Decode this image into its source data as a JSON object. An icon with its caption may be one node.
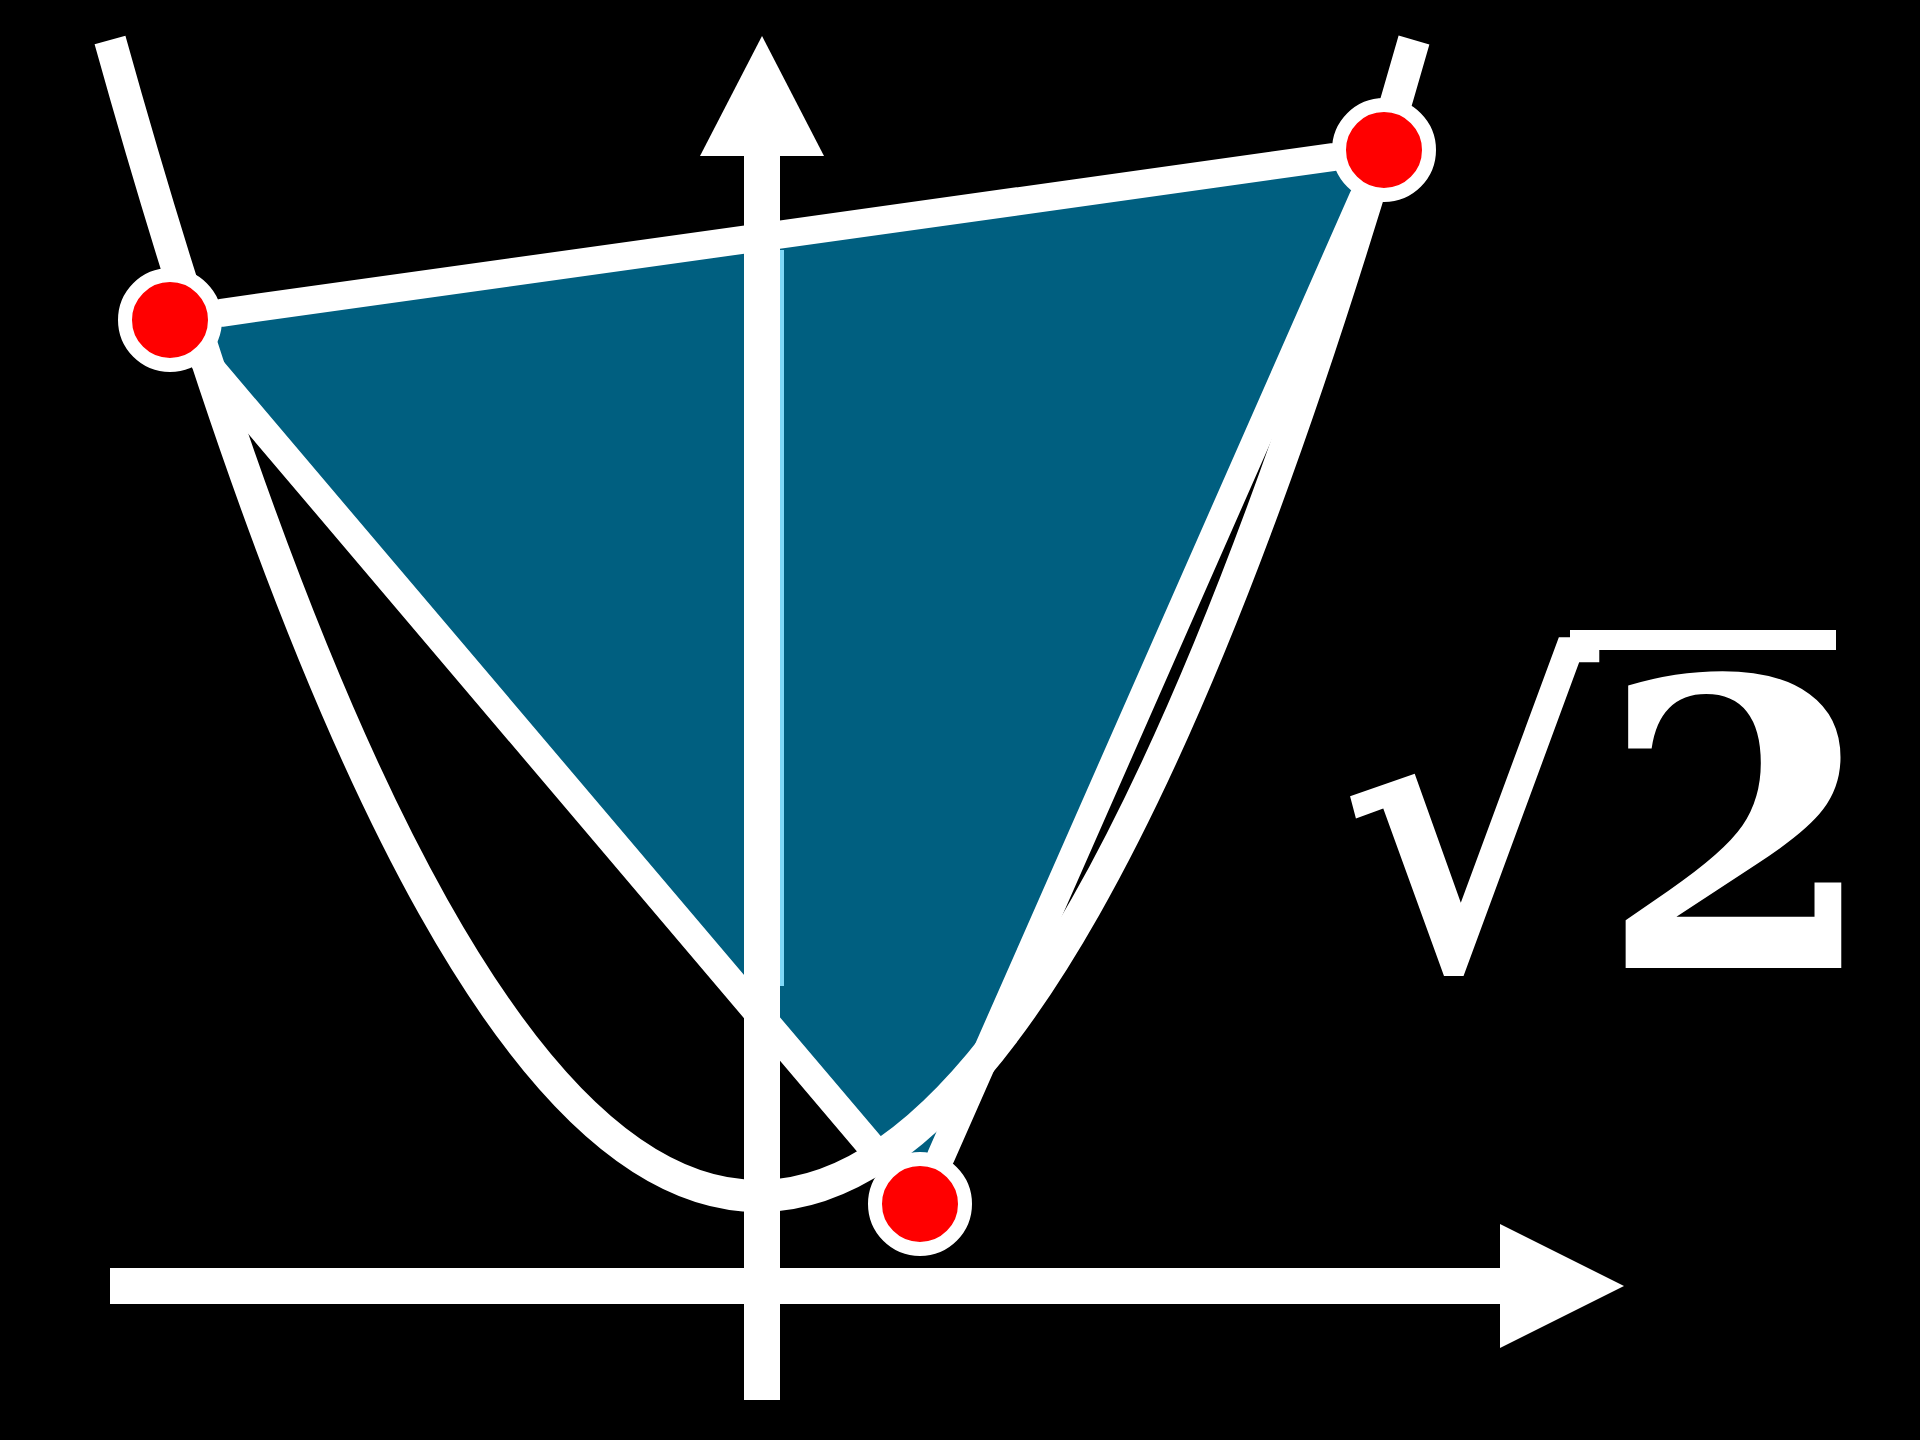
{
  "diagram": {
    "nodes": [
      {
        "text": [],
        "shape": "circle"
      },
      {
        "text": [],
        "shape": "circle"
      },
      {
        "text": [],
        "shape": "circle"
      }
    ],
    "edges": [
      {
        "from": 0,
        "to": 1,
        "arrow": "none"
      },
      {
        "from": 1,
        "to": 2,
        "arrow": "none"
      },
      {
        "from": 2,
        "to": 0,
        "arrow": "none"
      }
    ],
    "labels": [
      "√2"
    ]
  }
}
